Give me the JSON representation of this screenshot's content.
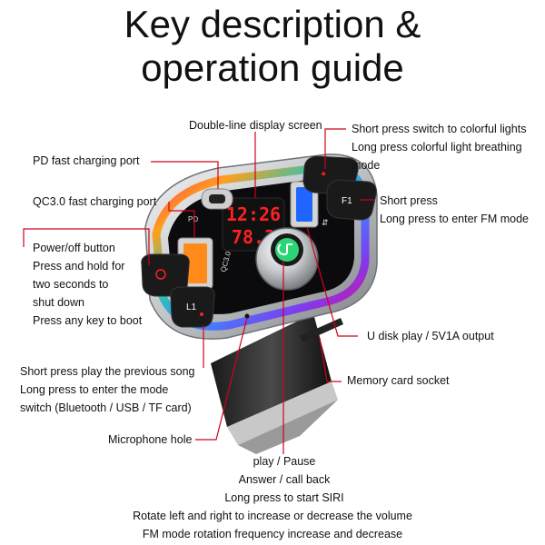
{
  "title": {
    "line1": "Key description &",
    "line2": "operation guide"
  },
  "labels": {
    "display": "Double-line display screen",
    "light_1": "Short press switch to colorful lights",
    "light_2": "Long press colorful light breathing",
    "light_3": "mode",
    "pd": "PD fast charging port",
    "qc": "QC3.0 fast charging port",
    "fm_1": "Short press",
    "fm_2": "Long press to enter FM mode",
    "power_1": "Power/off button",
    "power_2": "Press and hold for",
    "power_3": "two seconds to",
    "power_4": "shut down",
    "power_5": "Press any key to boot",
    "udisk": "U disk play / 5V1A output",
    "prev_1": "Short press play the previous song",
    "prev_2": "Long press to enter the mode",
    "prev_3": "switch (Bluetooth / USB / TF card)",
    "memcard": "Memory card socket",
    "mic": "Microphone hole",
    "knob_1": "play / Pause",
    "knob_2": "Answer / call back",
    "knob_3": "Long press to start SIRI",
    "knob_4": "Rotate left and right to increase or decrease the volume",
    "knob_5": "FM mode rotation frequency increase and decrease"
  },
  "device": {
    "port_labels": {
      "pd": "PD",
      "qc": "QC3.0"
    },
    "display_digits_top": "12:26",
    "display_digits_bottom": "78.3",
    "button_prev_label": "L1",
    "button_fm_label": "F1"
  },
  "colors": {
    "leader_line": "#d0021b",
    "text": "#111111"
  }
}
